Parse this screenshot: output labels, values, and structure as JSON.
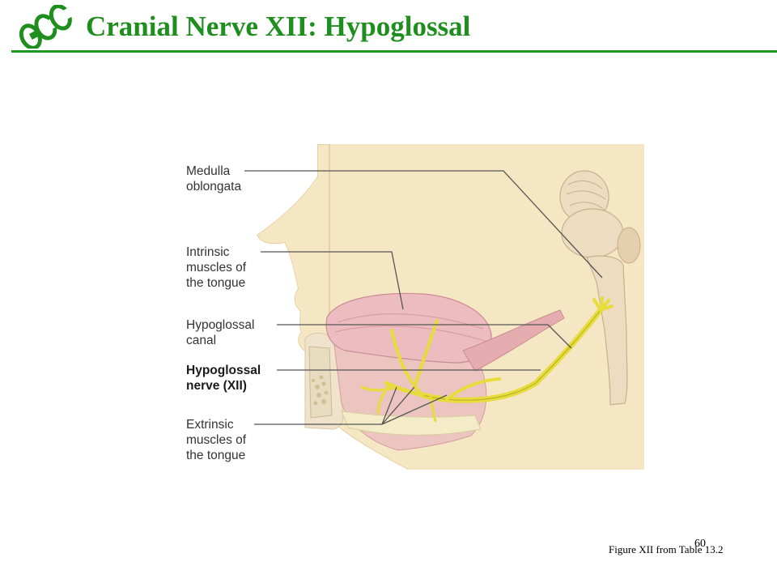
{
  "slide": {
    "title": "Cranial Nerve XII: Hypoglossal",
    "caption": "Figure XII from Table 13.2",
    "page_number": "60",
    "logo_icon": "ecc-logo-icon"
  },
  "diagram": {
    "labels": {
      "medulla": [
        "Medulla",
        "oblongata"
      ],
      "intrinsic": [
        "Intrinsic",
        "muscles of",
        "the tongue"
      ],
      "canal": [
        "Hypoglossal",
        "canal"
      ],
      "nerve": [
        "Hypoglossal",
        "nerve (XII)"
      ],
      "extrinsic": [
        "Extrinsic",
        "muscles of",
        "the tongue"
      ]
    }
  },
  "colors": {
    "title": "#1e8f1e",
    "rule": "#1e9a1e",
    "background": "#f6e7c4",
    "nerve": "#e6dc3c",
    "muscle": "#e9b7bb"
  }
}
